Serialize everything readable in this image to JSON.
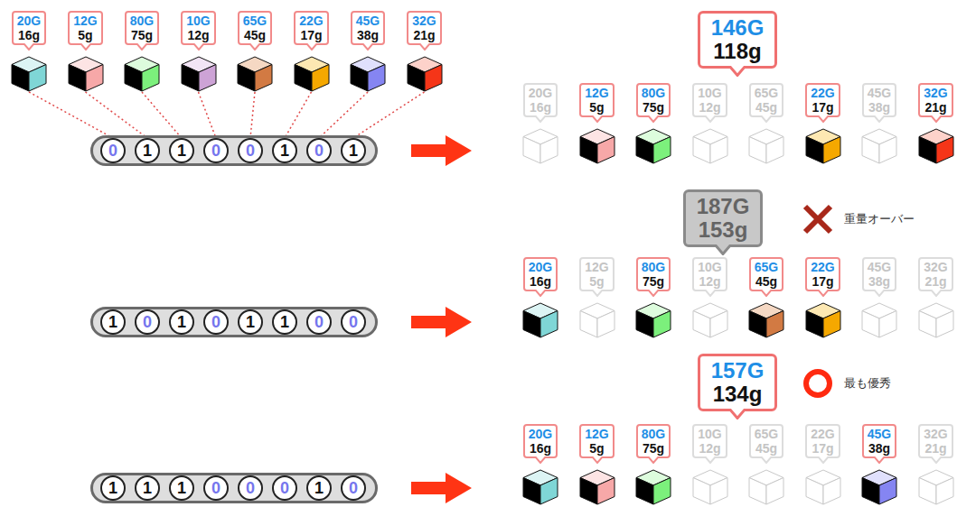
{
  "diagram": {
    "nodes": [
      {
        "text": [
          "20G",
          "16g"
        ]
      },
      {
        "text": [
          "12G",
          "5g"
        ]
      },
      {
        "text": [
          "80G",
          "75g"
        ]
      },
      {
        "text": [
          "10G",
          "12g"
        ]
      },
      {
        "text": [
          "65G",
          "45g"
        ]
      },
      {
        "text": [
          "22G",
          "17g"
        ]
      },
      {
        "text": [
          "45G",
          "38g"
        ]
      },
      {
        "text": [
          "32G",
          "21g"
        ]
      },
      {
        "text": [
          "0"
        ]
      },
      {
        "text": [
          "1"
        ]
      },
      {
        "text": [
          "1"
        ]
      },
      {
        "text": [
          "0"
        ]
      },
      {
        "text": [
          "0"
        ]
      },
      {
        "text": [
          "1"
        ]
      },
      {
        "text": [
          "0"
        ]
      },
      {
        "text": [
          "1"
        ]
      },
      {
        "text": [
          "146G",
          "118g"
        ]
      },
      {
        "text": [
          "20G",
          "16g"
        ]
      },
      {
        "text": [
          "12G",
          "5g"
        ]
      },
      {
        "text": [
          "80G",
          "75g"
        ]
      },
      {
        "text": [
          "10G",
          "12g"
        ]
      },
      {
        "text": [
          "65G",
          "45g"
        ]
      },
      {
        "text": [
          "22G",
          "17g"
        ]
      },
      {
        "text": [
          "45G",
          "38g"
        ]
      },
      {
        "text": [
          "32G",
          "21g"
        ]
      },
      {
        "text": [
          "1"
        ]
      },
      {
        "text": [
          "0"
        ]
      },
      {
        "text": [
          "1"
        ]
      },
      {
        "text": [
          "0"
        ]
      },
      {
        "text": [
          "1"
        ]
      },
      {
        "text": [
          "1"
        ]
      },
      {
        "text": [
          "0"
        ]
      },
      {
        "text": [
          "0"
        ]
      },
      {
        "text": [
          "187G",
          "153g"
        ]
      },
      {
        "text": [
          "20G",
          "16g"
        ]
      },
      {
        "text": [
          "12G",
          "5g"
        ]
      },
      {
        "text": [
          "80G",
          "75g"
        ]
      },
      {
        "text": [
          "10G",
          "12g"
        ]
      },
      {
        "text": [
          "65G",
          "45g"
        ]
      },
      {
        "text": [
          "22G",
          "17g"
        ]
      },
      {
        "text": [
          "45G",
          "38g"
        ]
      },
      {
        "text": [
          "32G",
          "21g"
        ]
      },
      {
        "text": [
          "1"
        ]
      },
      {
        "text": [
          "1"
        ]
      },
      {
        "text": [
          "1"
        ]
      },
      {
        "text": [
          "0"
        ]
      },
      {
        "text": [
          "0"
        ]
      },
      {
        "text": [
          "0"
        ]
      },
      {
        "text": [
          "1"
        ]
      },
      {
        "text": [
          "0"
        ]
      },
      {
        "text": [
          "157G",
          "134g"
        ]
      },
      {
        "text": [
          "20G",
          "16g"
        ]
      },
      {
        "text": [
          "12G",
          "5g"
        ]
      },
      {
        "text": [
          "80G",
          "75g"
        ]
      },
      {
        "text": [
          "10G",
          "12g"
        ]
      },
      {
        "text": [
          "65G",
          "45g"
        ]
      },
      {
        "text": [
          "22G",
          "17g"
        ]
      },
      {
        "text": [
          "45G",
          "38g"
        ]
      },
      {
        "text": [
          "32G",
          "21g"
        ]
      }
    ],
    "edges": [
      {
        "from": 0,
        "to": 8,
        "arrow": "none"
      },
      {
        "from": 1,
        "to": 9,
        "arrow": "none"
      },
      {
        "from": 2,
        "to": 10,
        "arrow": "none"
      },
      {
        "from": 3,
        "to": 11,
        "arrow": "none"
      },
      {
        "from": 4,
        "to": 12,
        "arrow": "none"
      },
      {
        "from": 5,
        "to": 13,
        "arrow": "none"
      },
      {
        "from": 6,
        "to": 14,
        "arrow": "none"
      },
      {
        "from": 7,
        "to": 15,
        "arrow": "none"
      }
    ],
    "labels": [
      "重量オーバー",
      "最も優秀"
    ]
  }
}
